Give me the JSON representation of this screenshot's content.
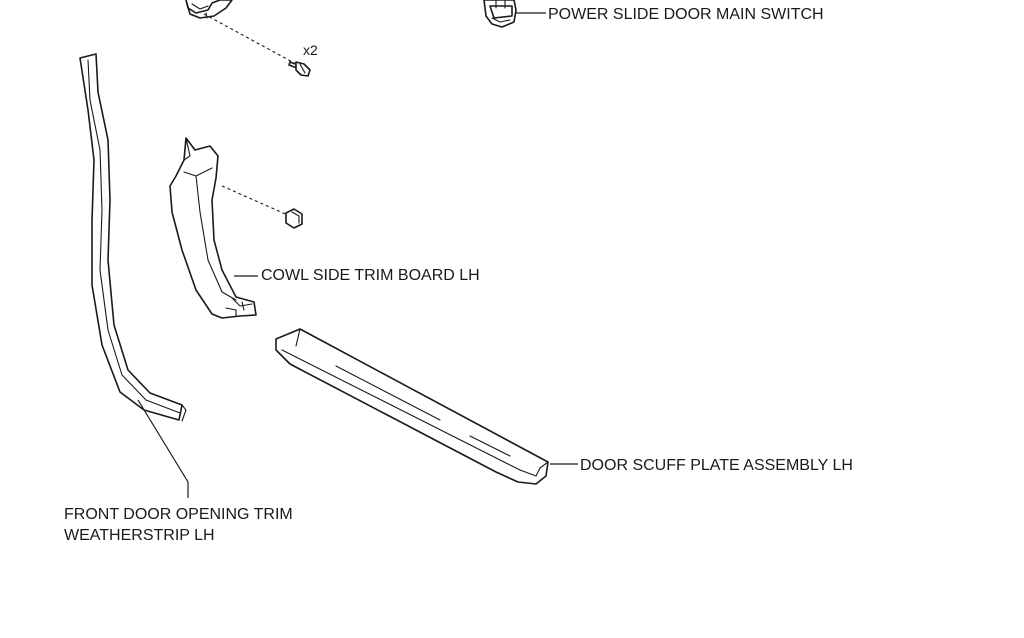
{
  "callouts": {
    "switch": "POWER SLIDE DOOR MAIN SWITCH",
    "cowl": "COWL SIDE TRIM BOARD LH",
    "scuff": "DOOR SCUFF PLATE ASSEMBLY LH",
    "weatherstrip_line1": "FRONT DOOR OPENING TRIM",
    "weatherstrip_line2": "WEATHERSTRIP LH"
  },
  "fasteners": {
    "screw_qty": "x2"
  }
}
